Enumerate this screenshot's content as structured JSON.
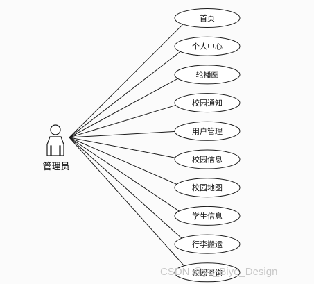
{
  "actor": {
    "name": "管理员"
  },
  "use_cases": [
    "首页",
    "个人中心",
    "轮播图",
    "校园通知",
    "用户管理",
    "校园信息",
    "校园地图",
    "学生信息",
    "行李搬运",
    "校园咨询"
  ],
  "watermark": "CSDN @yc_Biye_Design",
  "colors": {
    "line": "#1a1a1a",
    "ellipse_fill": "#ffffff",
    "background": "#fbfbfb"
  }
}
